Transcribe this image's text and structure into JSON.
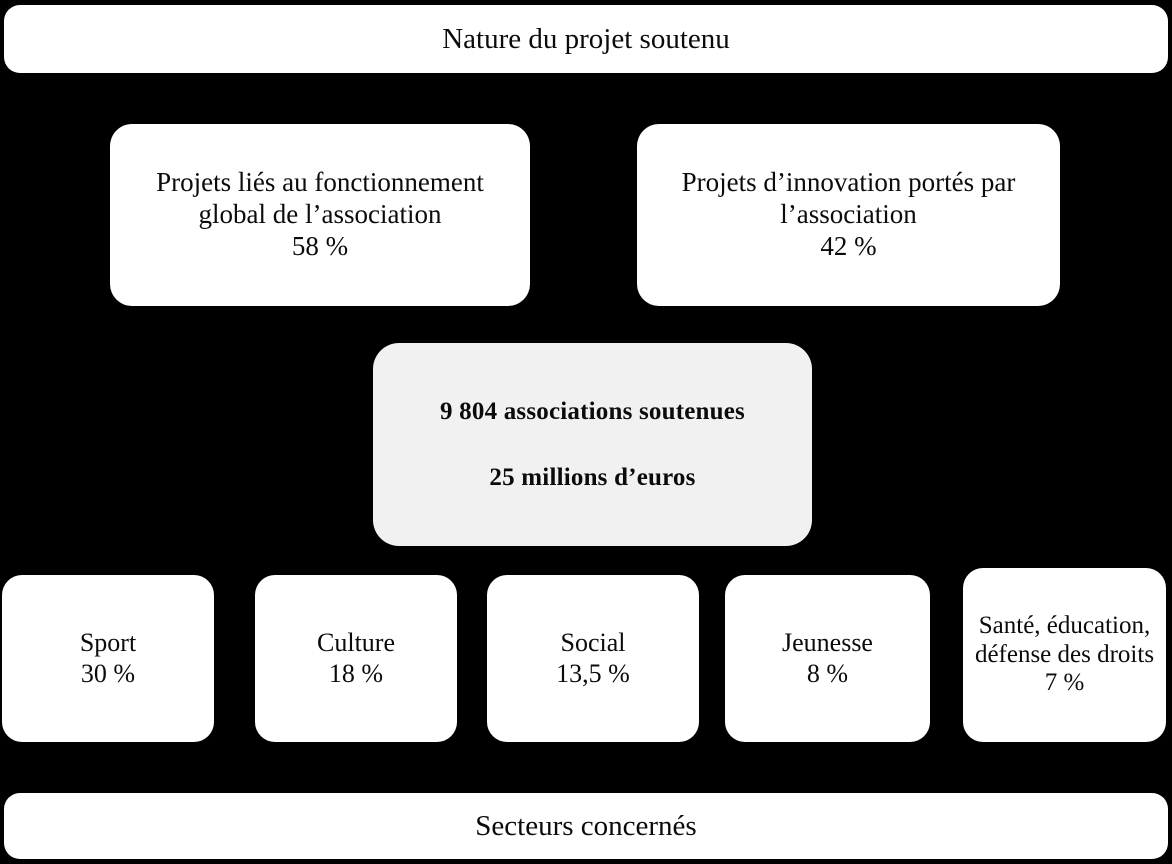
{
  "diagram": {
    "background_color": "#000000",
    "card_color": "#ffffff",
    "highlight_card_color": "#f1f1f1",
    "top_banner": {
      "label": "Nature du projet soutenu"
    },
    "bottom_banner": {
      "label": "Secteurs concernés"
    },
    "nature_items": [
      {
        "label": "Projets liés au fonctionnement global de l’association",
        "percent": "58 %"
      },
      {
        "label": "Projets d’innovation portés par l’association",
        "percent": "42 %"
      }
    ],
    "center": {
      "stat_1": "9 804 associations soutenues",
      "stat_2": "25 millions d’euros"
    },
    "sectors": [
      {
        "name": "Sport",
        "percent": "30 %"
      },
      {
        "name": "Culture",
        "percent": "18 %"
      },
      {
        "name": "Social",
        "percent": "13,5 %"
      },
      {
        "name": "Jeunesse",
        "percent": "8 %"
      },
      {
        "name": "Santé, éducation, défense des droits",
        "percent": "7 %"
      }
    ]
  },
  "chart_data": {
    "type": "table",
    "title": "Nature du projet soutenu / Secteurs concernés",
    "groups": [
      {
        "name": "Nature du projet soutenu",
        "categories": [
          "Projets liés au fonctionnement global de l’association",
          "Projets d’innovation portés par l’association"
        ],
        "values": [
          58,
          42
        ],
        "unit": "%"
      },
      {
        "name": "Secteurs concernés",
        "categories": [
          "Sport",
          "Culture",
          "Social",
          "Jeunesse",
          "Santé, éducation, défense des droits"
        ],
        "values": [
          30,
          18,
          13.5,
          8,
          7
        ],
        "unit": "%"
      }
    ],
    "totals": {
      "associations_soutenues": 9804,
      "montant_millions_euros": 25
    }
  }
}
